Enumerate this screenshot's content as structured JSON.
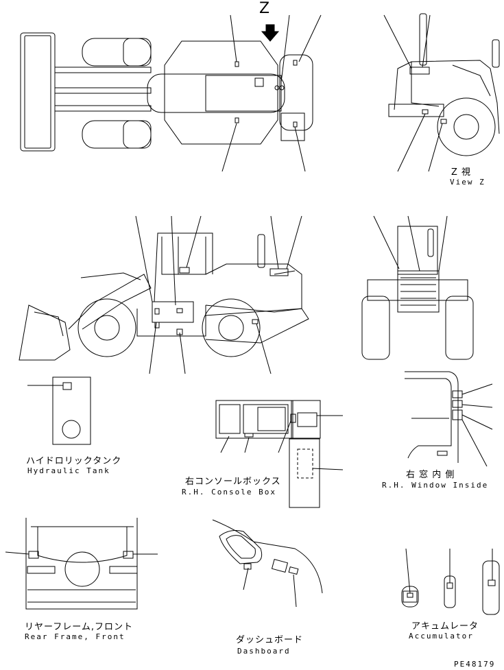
{
  "z_marker": "Z",
  "view_z": {
    "jp": "Z 視",
    "en": "View Z"
  },
  "hydraulic_tank": {
    "jp": "ハイドロリックタンク",
    "en": "Hydraulic Tank"
  },
  "console_box": {
    "jp": "右コンソールボックス",
    "en": "R.H. Console Box"
  },
  "window_inside": {
    "jp": "右 窓 内 側",
    "en": "R.H. Window Inside"
  },
  "rear_frame": {
    "jp": "リヤーフレーム,フロント",
    "en": "Rear Frame, Front"
  },
  "dashboard": {
    "jp": "ダッシュボード",
    "en": "Dashboard"
  },
  "accumulator": {
    "jp": "アキュムレータ",
    "en": "Accumulator"
  },
  "part_number": "PE48179"
}
